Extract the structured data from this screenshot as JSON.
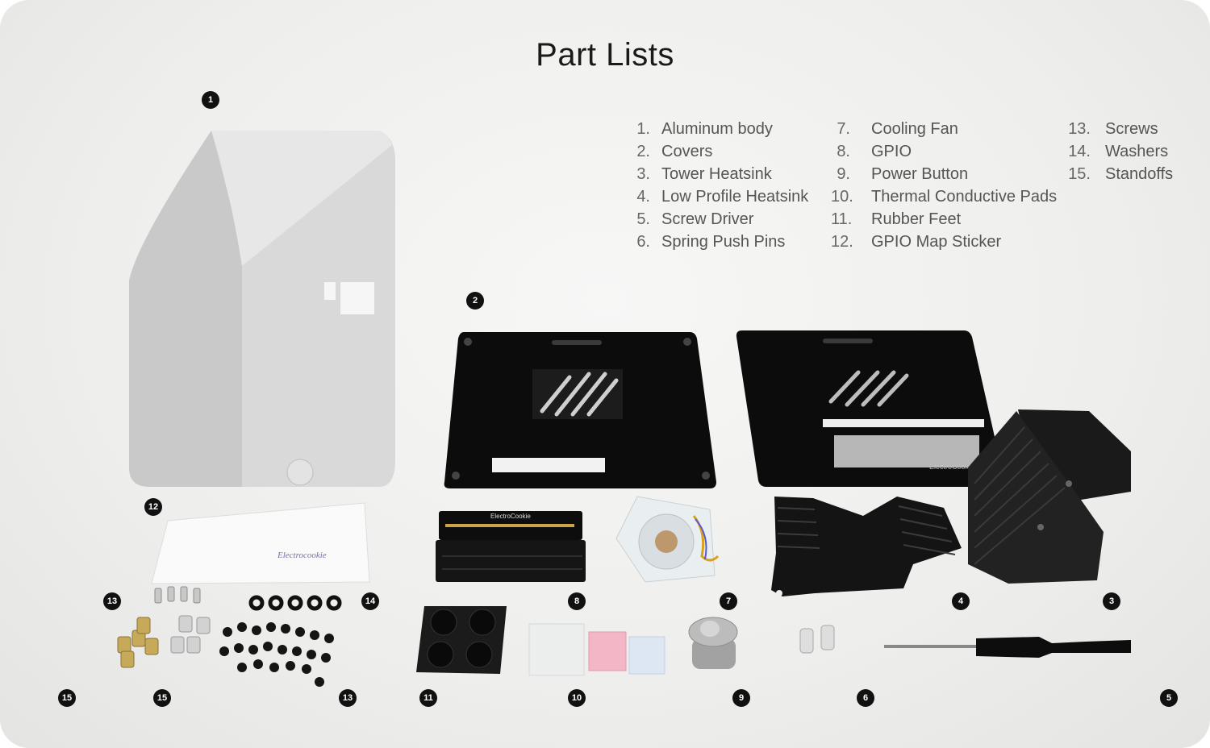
{
  "title": "Part Lists",
  "parts": {
    "col1": [
      {
        "num": "1.",
        "label": "Aluminum body"
      },
      {
        "num": "2.",
        "label": "Covers"
      },
      {
        "num": "3.",
        "label": "Tower Heatsink"
      },
      {
        "num": "4.",
        "label": "Low Profile Heatsink"
      },
      {
        "num": "5.",
        "label": "Screw Driver"
      },
      {
        "num": "6.",
        "label": "Spring Push Pins"
      }
    ],
    "col2": [
      {
        "num": "7.",
        "label": "Cooling Fan"
      },
      {
        "num": "8.",
        "label": "GPIO"
      },
      {
        "num": "9.",
        "label": "Power Button"
      },
      {
        "num": "10.",
        "label": "Thermal Conductive Pads"
      },
      {
        "num": "11.",
        "label": "Rubber Feet"
      },
      {
        "num": "12.",
        "label": "GPIO Map Sticker"
      }
    ],
    "col3": [
      {
        "num": "13.",
        "label": "Screws"
      },
      {
        "num": "14.",
        "label": "Washers"
      },
      {
        "num": "15.",
        "label": "Standoffs"
      }
    ]
  },
  "callouts": {
    "b1": "1",
    "b2": "2",
    "b3": "3",
    "b4": "4",
    "b5": "5",
    "b6": "6",
    "b7": "7",
    "b8": "8",
    "b9": "9",
    "b10": "10",
    "b11": "11",
    "b12": "12",
    "b13a": "13",
    "b13b": "13",
    "b14": "14",
    "b15a": "15",
    "b15b": "15"
  },
  "labels": {
    "pcb_brand": "ElectroCookie",
    "cover_brand": "ElectroCookie",
    "sticker_brand": "Electrocookie"
  }
}
